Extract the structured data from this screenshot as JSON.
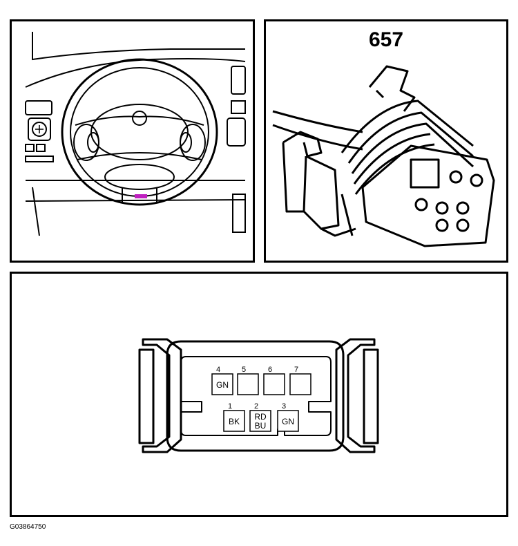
{
  "connector": {
    "number": "657"
  },
  "figure_code": "G03864750",
  "highlight_color": "#c020c0",
  "pins": [
    {
      "num": "4",
      "color": "GN"
    },
    {
      "num": "5",
      "color": ""
    },
    {
      "num": "6",
      "color": ""
    },
    {
      "num": "7",
      "color": ""
    },
    {
      "num": "1",
      "color": "BK"
    },
    {
      "num": "2",
      "color": "RD",
      "color2": "BU"
    },
    {
      "num": "3",
      "color": "GN"
    }
  ]
}
